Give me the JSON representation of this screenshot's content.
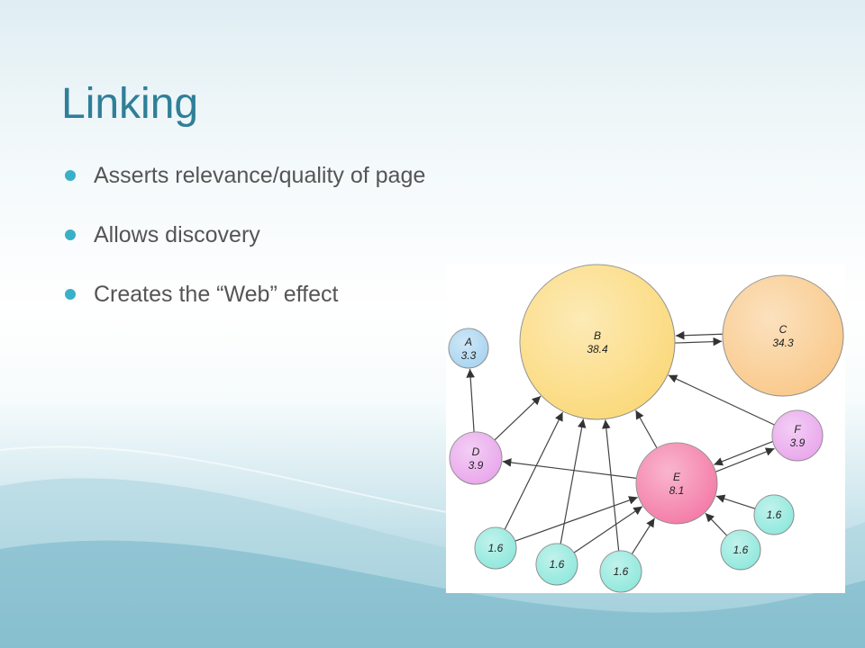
{
  "slide": {
    "title": "Linking",
    "bullets": [
      "Asserts relevance/quality of page",
      "Allows discovery",
      "Creates the “Web” effect"
    ]
  },
  "colors": {
    "title": "#2f7f98",
    "bullet_dot": "#3ab0c8",
    "text": "#555555"
  },
  "diagram": {
    "nodes": [
      {
        "id": "A",
        "label": "A",
        "value": "3.3",
        "fill": "#a8d4f0"
      },
      {
        "id": "B",
        "label": "B",
        "value": "38.4",
        "fill": "#fbd97a"
      },
      {
        "id": "C",
        "label": "C",
        "value": "34.3",
        "fill": "#f9c98a"
      },
      {
        "id": "D",
        "label": "D",
        "value": "3.9",
        "fill": "#e9a6ec"
      },
      {
        "id": "E",
        "label": "E",
        "value": "8.1",
        "fill": "#f47aa6"
      },
      {
        "id": "F",
        "label": "F",
        "value": "3.9",
        "fill": "#e9a6ec"
      },
      {
        "id": "n1",
        "label": "",
        "value": "1.6",
        "fill": "#8ee8dc"
      },
      {
        "id": "n2",
        "label": "",
        "value": "1.6",
        "fill": "#8ee8dc"
      },
      {
        "id": "n3",
        "label": "",
        "value": "1.6",
        "fill": "#8ee8dc"
      },
      {
        "id": "n4",
        "label": "",
        "value": "1.6",
        "fill": "#8ee8dc"
      },
      {
        "id": "n5",
        "label": "",
        "value": "1.6",
        "fill": "#8ee8dc"
      }
    ],
    "edges": [
      [
        "B",
        "C"
      ],
      [
        "C",
        "B"
      ],
      [
        "D",
        "A"
      ],
      [
        "D",
        "B"
      ],
      [
        "E",
        "D"
      ],
      [
        "E",
        "B"
      ],
      [
        "E",
        "F"
      ],
      [
        "F",
        "E"
      ],
      [
        "F",
        "B"
      ],
      [
        "n1",
        "B"
      ],
      [
        "n1",
        "E"
      ],
      [
        "n2",
        "B"
      ],
      [
        "n2",
        "E"
      ],
      [
        "n3",
        "B"
      ],
      [
        "n3",
        "E"
      ],
      [
        "n4",
        "E"
      ],
      [
        "n5",
        "E"
      ]
    ]
  }
}
